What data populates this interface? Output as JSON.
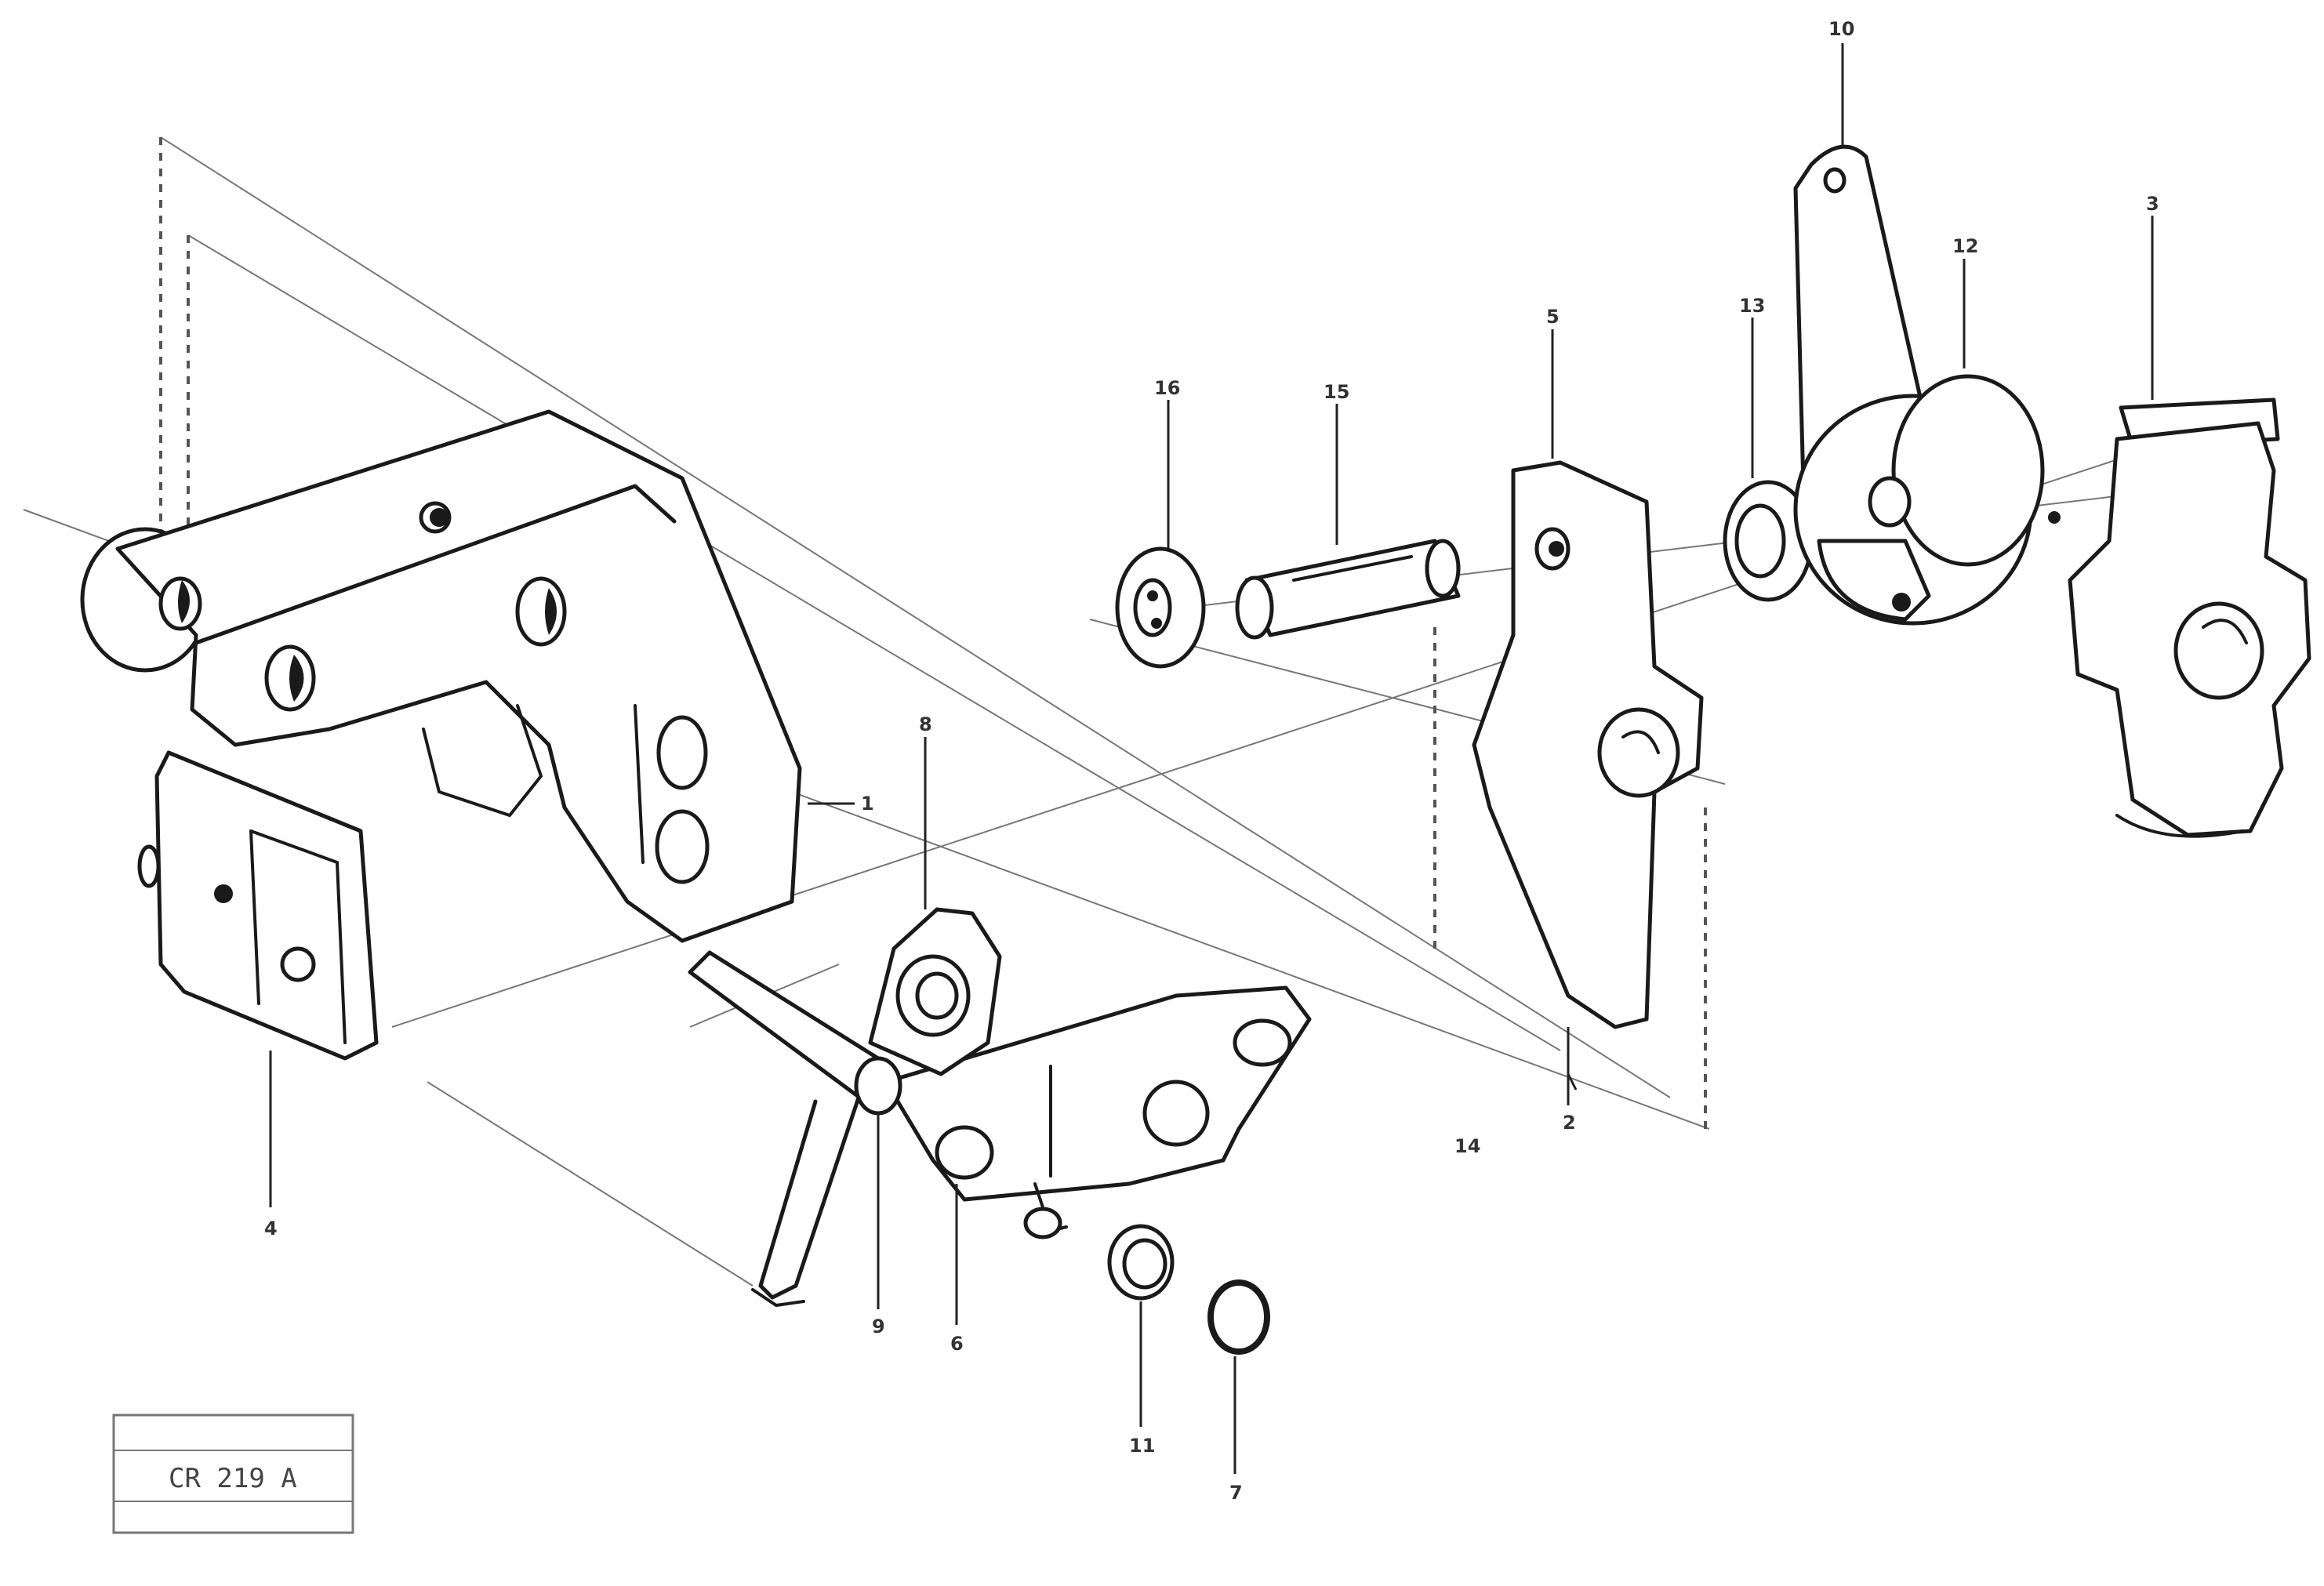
{
  "callouts": [
    {
      "id": "c1",
      "label": "1"
    },
    {
      "id": "c2",
      "label": "2"
    },
    {
      "id": "c3",
      "label": "3"
    },
    {
      "id": "c4",
      "label": "4"
    },
    {
      "id": "c5",
      "label": "5"
    },
    {
      "id": "c6",
      "label": "6"
    },
    {
      "id": "c7",
      "label": "7"
    },
    {
      "id": "c8",
      "label": "8"
    },
    {
      "id": "c9",
      "label": "9"
    },
    {
      "id": "c10",
      "label": "10"
    },
    {
      "id": "c11",
      "label": "11"
    },
    {
      "id": "c12",
      "label": "12"
    },
    {
      "id": "c13",
      "label": "13"
    },
    {
      "id": "c14",
      "label": "14"
    },
    {
      "id": "c15",
      "label": "15"
    },
    {
      "id": "c16",
      "label": "16"
    }
  ],
  "stamp": {
    "line1": "",
    "line2": "CR 219 A",
    "line3": ""
  }
}
